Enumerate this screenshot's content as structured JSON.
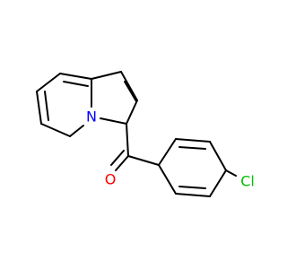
{
  "molecule": {
    "atoms": {
      "nitrogen": {
        "label": "N",
        "color": "#0000ff"
      },
      "oxygen": {
        "label": "O",
        "color": "#ff0000"
      },
      "chlorine": {
        "label": "Cl",
        "color": "#00c000"
      }
    }
  }
}
